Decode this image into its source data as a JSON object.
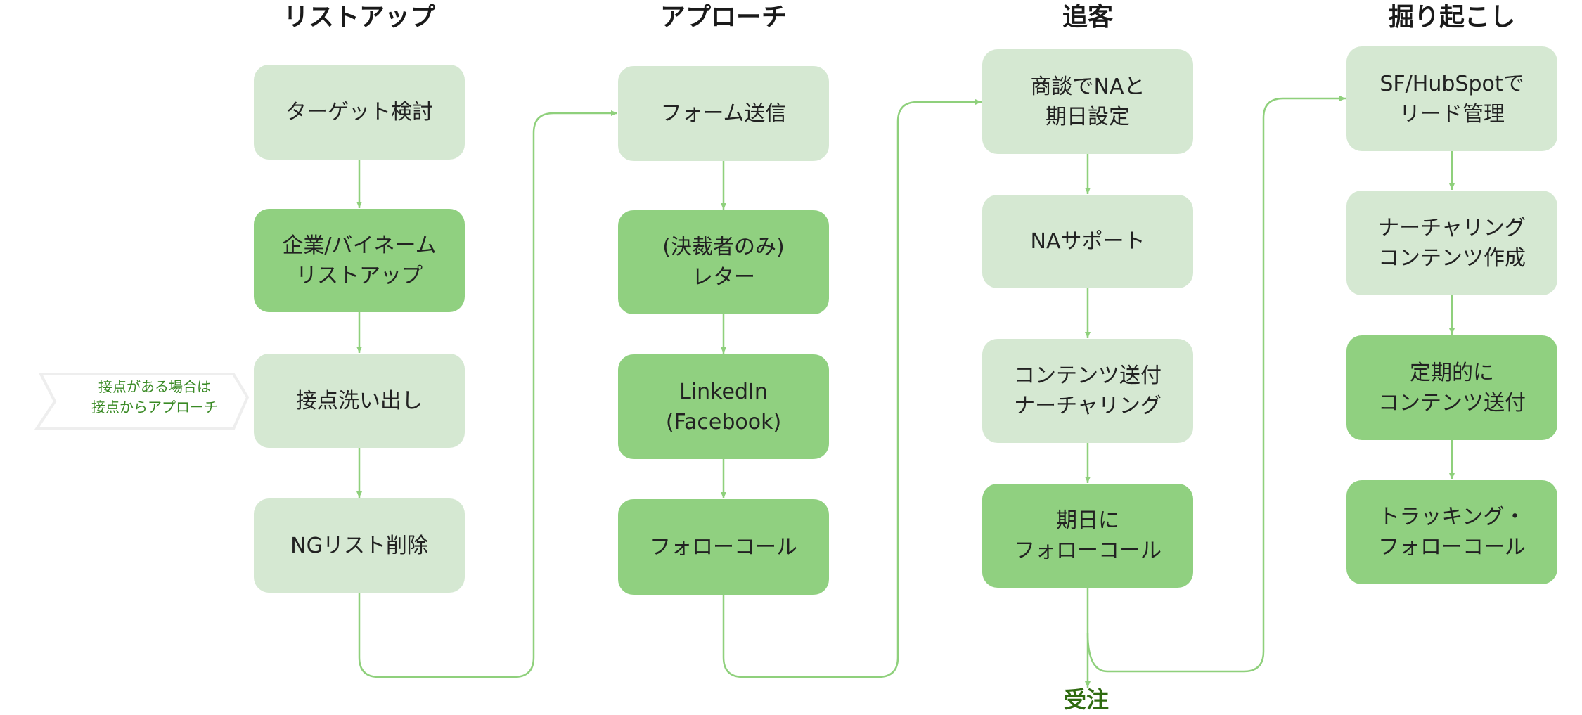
{
  "columns": [
    {
      "title": "リストアップ"
    },
    {
      "title": "アプローチ"
    },
    {
      "title": "追客"
    },
    {
      "title": "掘り起こし"
    }
  ],
  "nodes": {
    "target": "ターゲット検討",
    "listup": "企業/バイネーム\nリストアップ",
    "contact": "接点洗い出し",
    "ng": "NGリスト削除",
    "form": "フォーム送信",
    "letter": "(決裁者のみ)\nレター",
    "linkedin": "LinkedIn\n(Facebook)",
    "followcall1": "フォローコール",
    "na_date": "商談でNAと\n期日設定",
    "na_support": "NAサポート",
    "content_send": "コンテンツ送付\nナーチャリング",
    "due_call": "期日に\nフォローコール",
    "sf_lead": "SF/HubSpotで\nリード管理",
    "nurture": "ナーチャリング\nコンテンツ作成",
    "periodic": "定期的に\nコンテンツ送付",
    "tracking": "トラッキング・\nフォローコール"
  },
  "side_note": "接点がある場合は\n接点からアプローチ",
  "end_label": "受注",
  "colors": {
    "light_box": "#d5e8d2",
    "dark_box": "#90d080",
    "connector": "#8fd07c",
    "end_text": "#2f6b10",
    "note_text": "#3a8a25"
  }
}
